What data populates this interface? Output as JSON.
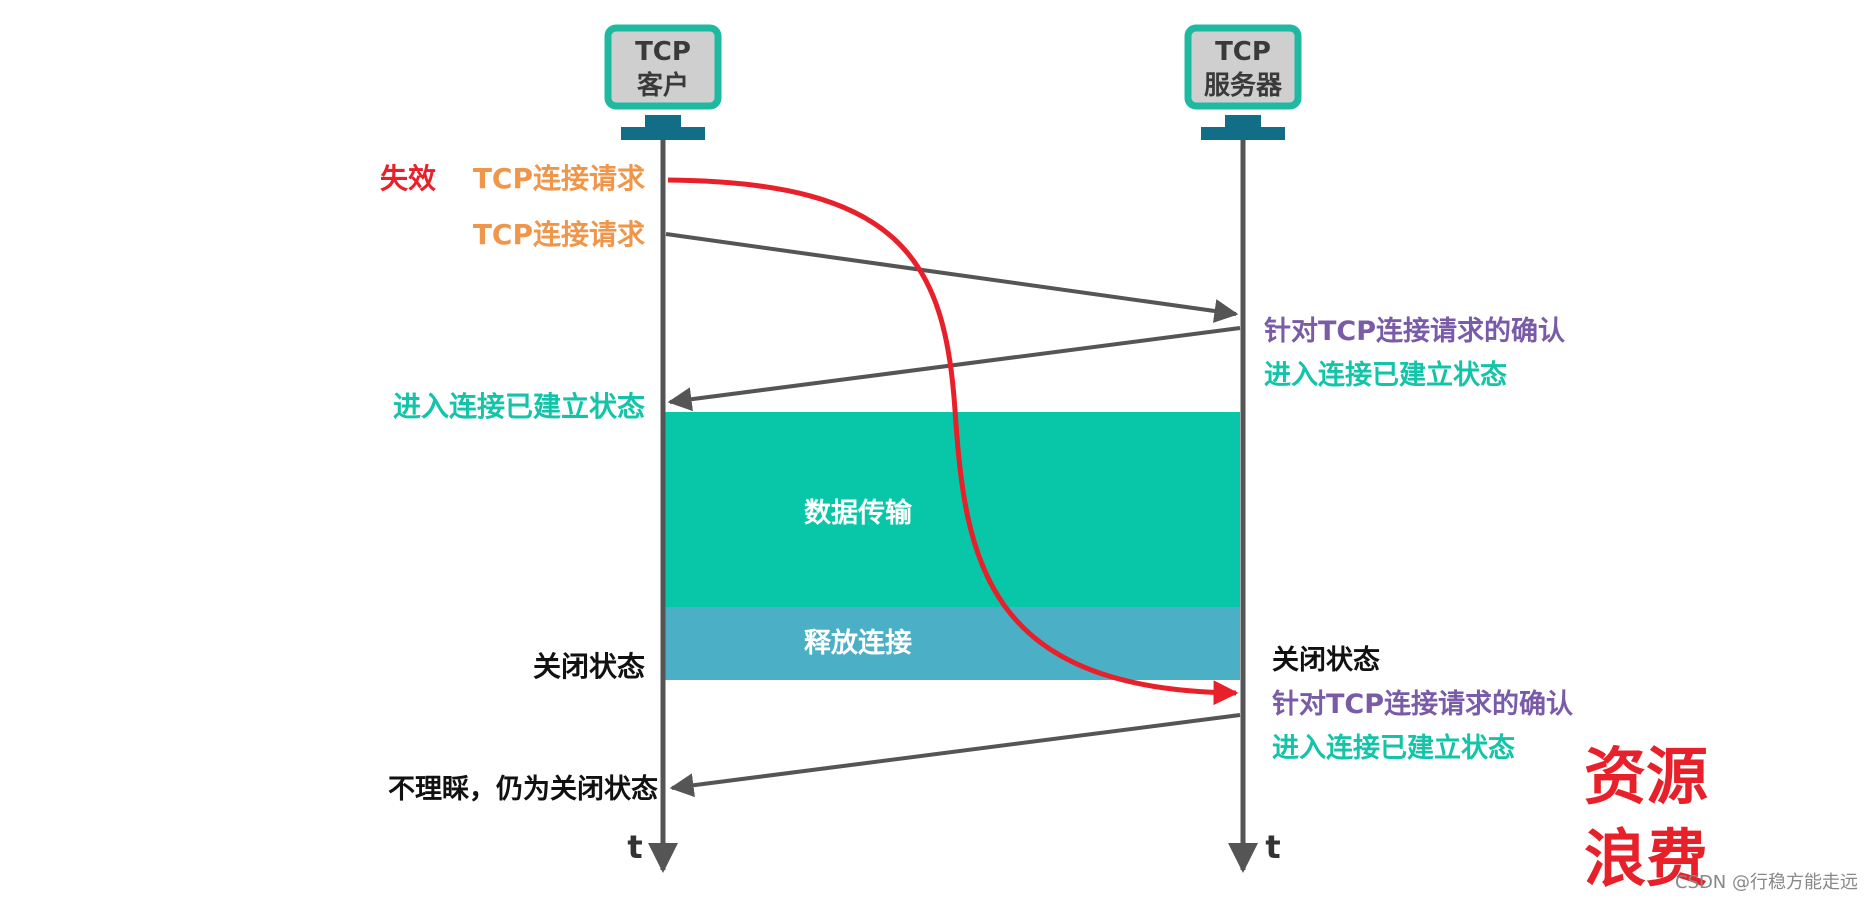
{
  "client": {
    "line1": "TCP",
    "line2": "客户"
  },
  "server": {
    "line1": "TCP",
    "line2": "服务器"
  },
  "left": {
    "invalid_tag": "失效",
    "invalid_request": "TCP连接请求",
    "request": "TCP连接请求",
    "established": "进入连接已建立状态",
    "closed": "关闭状态",
    "ignore": "不理睬，仍为关闭状态",
    "time": "t"
  },
  "right": {
    "ack1": "针对TCP连接请求的确认",
    "established1": "进入连接已建立状态",
    "closed": "关闭状态",
    "ack2": "针对TCP连接请求的确认",
    "established2": "进入连接已建立状态",
    "time": "t"
  },
  "bands": {
    "transfer": "数据传输",
    "release": "释放连接"
  },
  "waste": {
    "line1": "资源",
    "line2": "浪费"
  },
  "watermark": "CSDN @行稳方能走远",
  "colors": {
    "orange": "#F0964A",
    "red": "#E8202A",
    "teal": "#14C4A8",
    "purple": "#7A5BA8",
    "band_transfer": "#08C7A9",
    "band_release": "#4BAFC6",
    "line": "#555555",
    "box_border": "#1FB8A0",
    "box_fill": "#CFCFCF",
    "stand": "#116E86",
    "black": "#111111"
  }
}
